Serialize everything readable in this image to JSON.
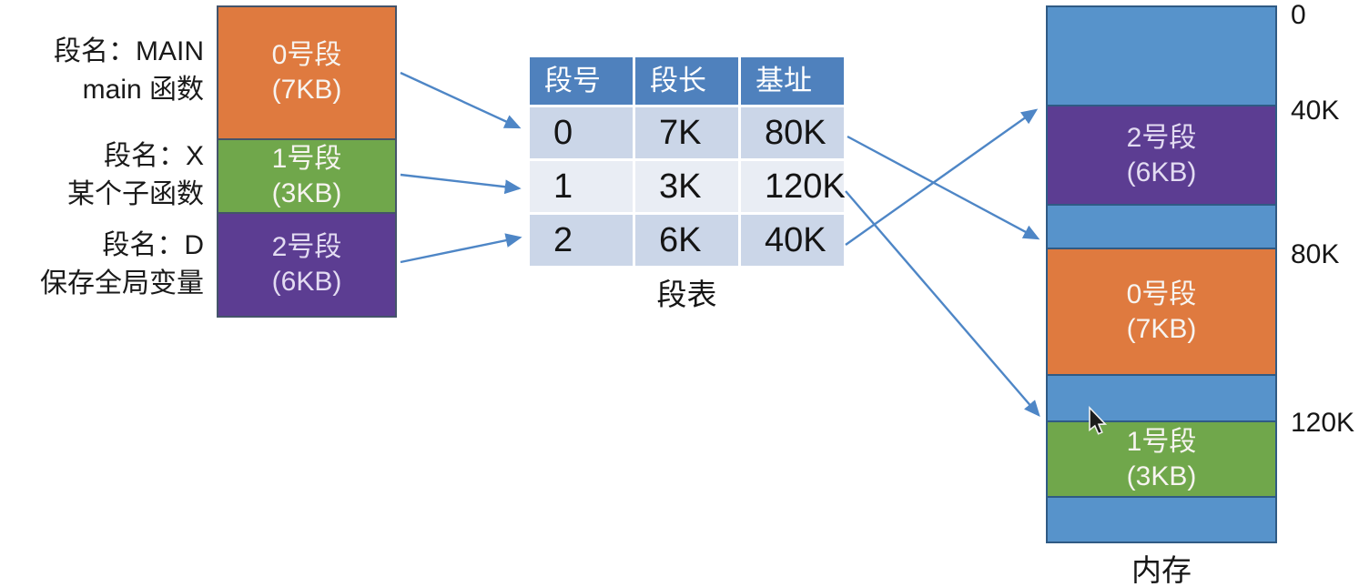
{
  "diagram": {
    "title_implicit": "segmentation-memory-mapping",
    "left_labels": [
      {
        "line1": "段名：MAIN",
        "line2": "main 函数"
      },
      {
        "line1": "段名：X",
        "line2": "某个子函数"
      },
      {
        "line1": "段名：D",
        "line2": "保存全局变量"
      }
    ],
    "process_segments": [
      {
        "title": "0号段",
        "size": "(7KB)",
        "color": "#df7a3f"
      },
      {
        "title": "1号段",
        "size": "(3KB)",
        "color": "#70a74b"
      },
      {
        "title": "2号段",
        "size": "(6KB)",
        "color": "#5c3d92"
      }
    ],
    "segment_table": {
      "caption": "段表",
      "headers": [
        "段号",
        "段长",
        "基址"
      ],
      "rows": [
        [
          "0",
          "7K",
          "80K"
        ],
        [
          "1",
          "3K",
          "120K"
        ],
        [
          "2",
          "6K",
          "40K"
        ]
      ]
    },
    "memory": {
      "caption": "内存",
      "address_labels": [
        "0",
        "40K",
        "80K",
        "120K"
      ],
      "blocks": [
        {
          "title": "2号段",
          "size": "(6KB)",
          "color": "#5c3d92"
        },
        {
          "title": "0号段",
          "size": "(7KB)",
          "color": "#df7a3f"
        },
        {
          "title": "1号段",
          "size": "(3KB)",
          "color": "#70a74b"
        }
      ]
    },
    "colors": {
      "free_memory_blue": "#5793cb",
      "table_header_blue": "#4f81bd",
      "table_row_dark": "#cbd6e8",
      "table_row_light": "#e9edf4",
      "arrow_blue": "#4e86c6",
      "segment_orange": "#df7a3f",
      "segment_green": "#70a74b",
      "segment_purple": "#5c3d92"
    }
  }
}
